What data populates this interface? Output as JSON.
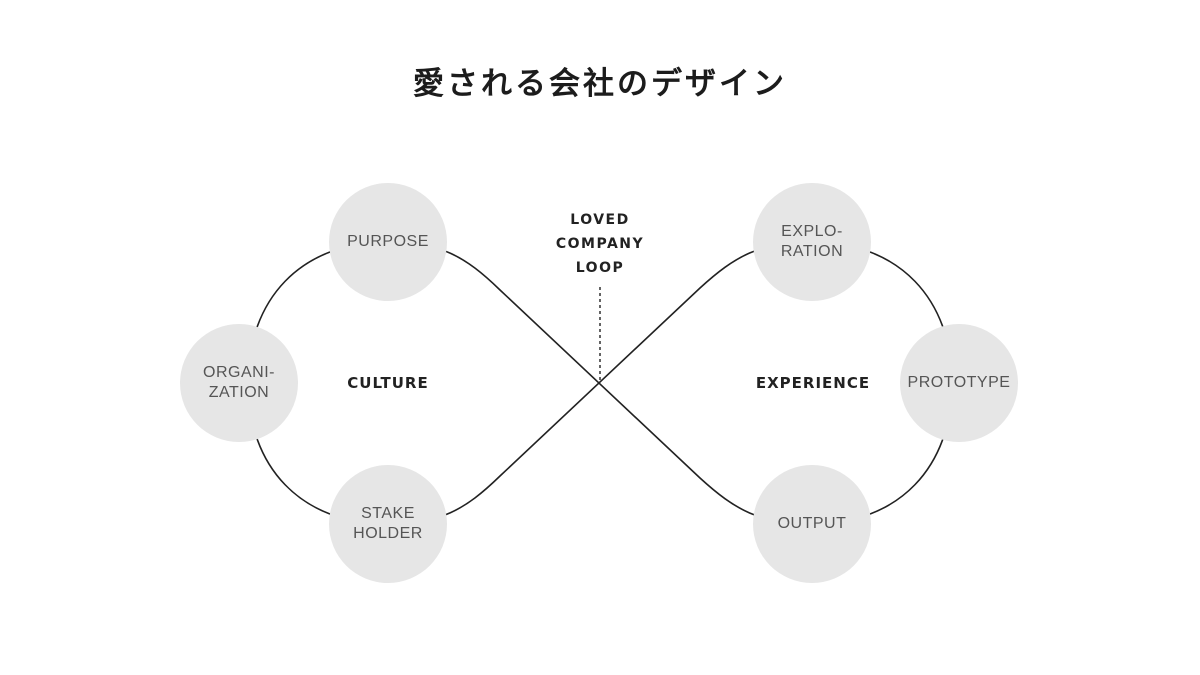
{
  "title": "愛される会社のデザイン",
  "center_label": "LOVED\nCOMPANY\nLOOP",
  "left_group": {
    "label": "CULTURE",
    "nodes": {
      "purpose": "PURPOSE",
      "organization": "ORGANI-\nZATION",
      "stakeholder": "STAKE\nHOLDER"
    }
  },
  "right_group": {
    "label": "EXPERIENCE",
    "nodes": {
      "exploration": "EXPLO-\nRATION",
      "prototype": "PROTOTYPE",
      "output": "OUTPUT"
    }
  },
  "colors": {
    "node_fill": "#e6e6e6",
    "line": "#222222",
    "background": "#ffffff"
  }
}
